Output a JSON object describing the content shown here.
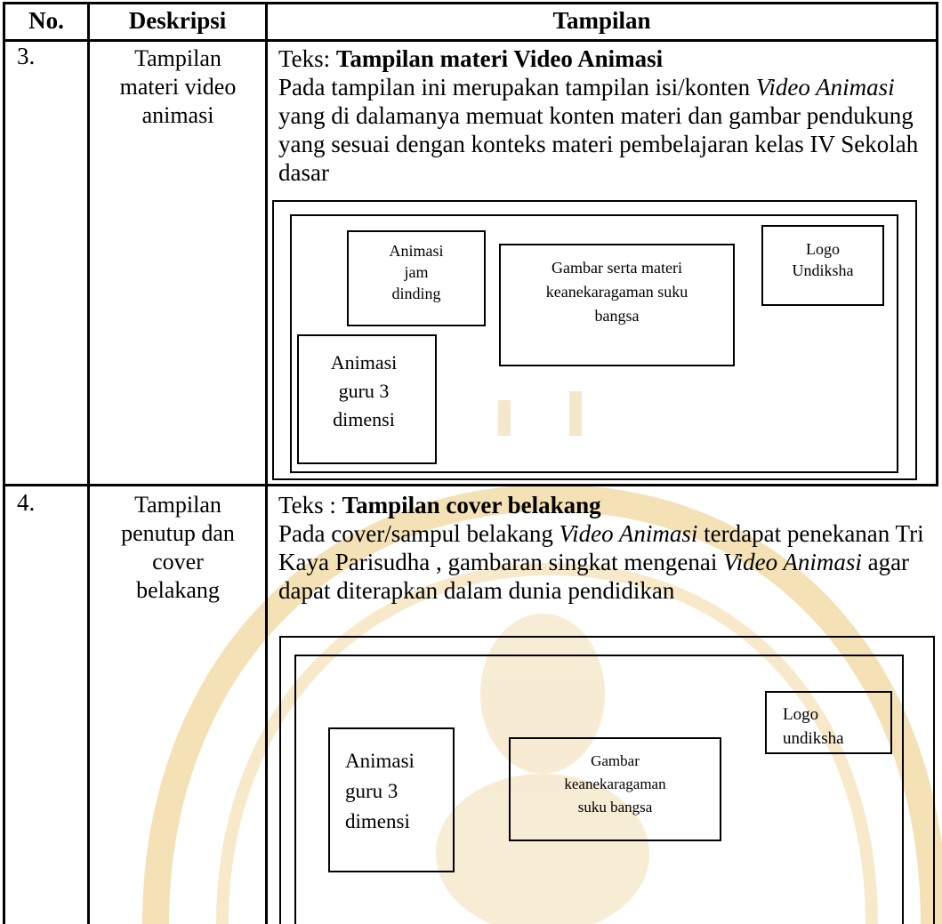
{
  "table": {
    "headers": {
      "no": "No.",
      "deskripsi": "Deskripsi",
      "tampilan": "Tampilan"
    },
    "rows": [
      {
        "no": "3.",
        "desc": [
          "Tampilan",
          "materi video",
          "animasi"
        ],
        "teks_prefix": "Teks: ",
        "teks_title": "Tampilan materi Video Animasi",
        "para_1": "Pada tampilan ini merupakan tampilan isi/konten ",
        "para_italic_1": "Video Animasi",
        "para_2": " yang di dalamanya memuat konten materi dan gambar pendukung yang sesuai dengan konteks materi pembelajaran kelas IV Sekolah dasar",
        "diagram": {
          "jam": [
            "Animasi",
            "jam",
            "dinding"
          ],
          "gambar": [
            "Gambar serta  materi",
            "keanekaragaman suku",
            "bangsa"
          ],
          "logo": [
            "Logo",
            "Undiksha"
          ],
          "guru": [
            "Animasi",
            "guru 3",
            "dimensi"
          ]
        }
      },
      {
        "no": "4.",
        "desc": [
          "Tampilan",
          "penutup dan",
          "cover",
          "belakang"
        ],
        "teks_prefix": "Teks : ",
        "teks_title": "Tampilan cover belakang",
        "para_1": "Pada cover/sampul belakang ",
        "para_italic_1": "Video Animasi",
        "para_2": " terdapat penekanan Tri Kaya Parisudha , gambaran singkat mengenai ",
        "para_italic_2": "Video Animasi",
        "para_3": " agar dapat diterapkan dalam dunia pendidikan",
        "diagram": {
          "logo": [
            "Logo",
            "undiksha"
          ],
          "guru": [
            "Animasi",
            "guru 3",
            "dimensi"
          ],
          "gambar": [
            "Gambar",
            "keanekaragaman",
            "suku bangsa"
          ]
        }
      }
    ]
  },
  "colors": {
    "watermark": "#f1d9a3"
  }
}
